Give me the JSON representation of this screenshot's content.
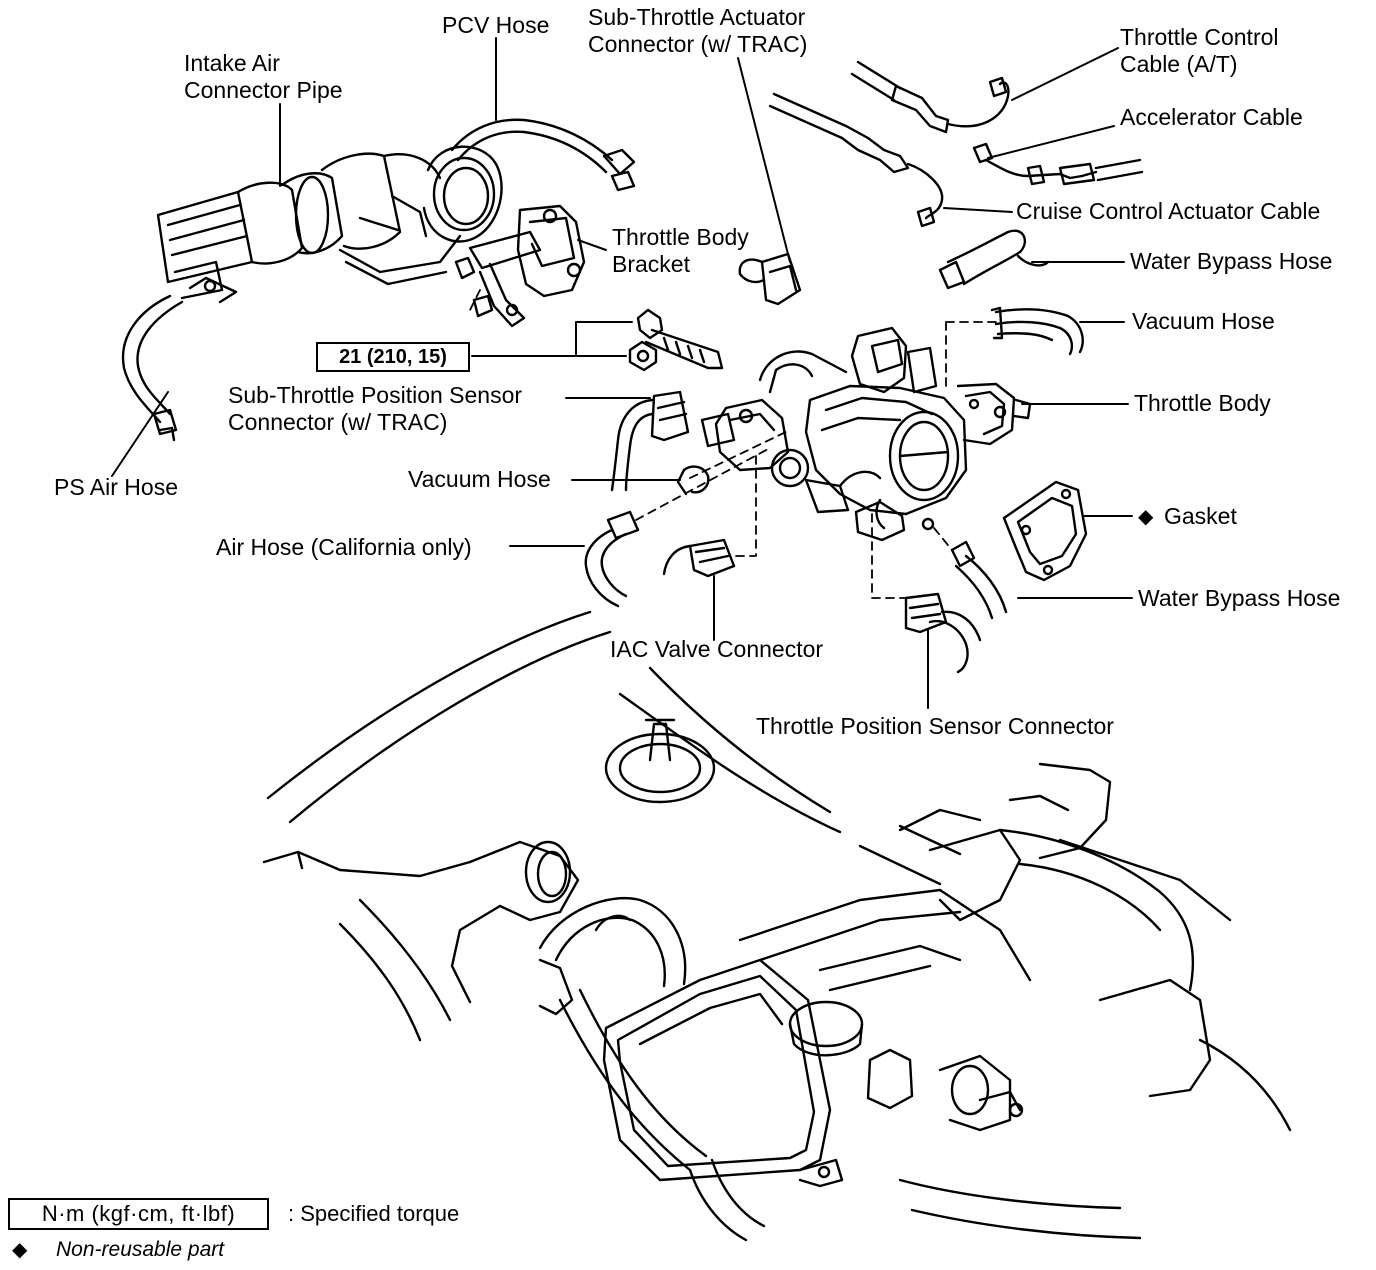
{
  "labels": {
    "pcv_hose": "PCV Hose",
    "intake_air_connector_pipe": "Intake Air\nConnector Pipe",
    "sub_throttle_actuator_connector": "Sub-Throttle Actuator\nConnector (w/ TRAC)",
    "throttle_control_cable": "Throttle Control\nCable (A/T)",
    "accelerator_cable": "Accelerator Cable",
    "cruise_control_actuator_cable": "Cruise Control Actuator Cable",
    "throttle_body_bracket": "Throttle Body\nBracket",
    "water_bypass_hose_top": "Water Bypass Hose",
    "vacuum_hose_right": "Vacuum Hose",
    "throttle_body": "Throttle Body",
    "sub_throttle_position_sensor_connector": "Sub-Throttle Position Sensor\nConnector (w/ TRAC)",
    "vacuum_hose_left": "Vacuum Hose",
    "ps_air_hose": "PS Air Hose",
    "gasket": "Gasket",
    "air_hose": "Air Hose (California only)",
    "water_bypass_hose_bottom": "Water Bypass Hose",
    "iac_valve_connector": "IAC Valve Connector",
    "throttle_position_sensor_connector": "Throttle Position Sensor Connector"
  },
  "torque_callout": "21 (210, 15)",
  "legend": {
    "torque_box": "N·m (kgf·cm, ft·lbf)",
    "torque_text": ":  Specified torque",
    "nonreusable_symbol": "◆",
    "nonreusable_text": "Non-reusable part"
  }
}
